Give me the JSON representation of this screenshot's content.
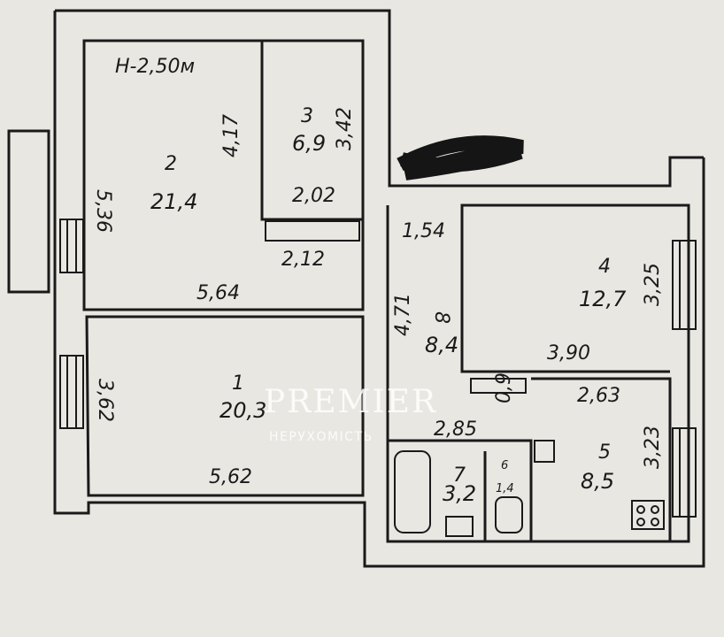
{
  "header": {
    "height_note": "Н-2,50м"
  },
  "rooms": [
    {
      "id": "1",
      "area": "20,3",
      "dims": [
        "3,62",
        "5,62"
      ]
    },
    {
      "id": "2",
      "area": "21,4",
      "dims": [
        "5,36",
        "5,64",
        "4,17"
      ]
    },
    {
      "id": "3",
      "area": "6,9",
      "dims": [
        "3,42",
        "2,02",
        "2,12"
      ]
    },
    {
      "id": "4",
      "area": "12,7",
      "dims": [
        "3,25",
        "3,90"
      ]
    },
    {
      "id": "5",
      "area": "8,5",
      "dims": [
        "3,23",
        "2,63"
      ]
    },
    {
      "id": "6",
      "area": "1,4"
    },
    {
      "id": "7",
      "area": "3,2"
    },
    {
      "id": "8",
      "area": "8,4",
      "dims": [
        "4,71",
        "1,54",
        "2,85",
        "0,9"
      ]
    }
  ],
  "watermark": {
    "title": "PREMIER",
    "subtitle": "НЕРУХОМІСТЬ"
  },
  "colors": {
    "paper": "#e9e7e2",
    "ink": "#1a1a1a"
  }
}
